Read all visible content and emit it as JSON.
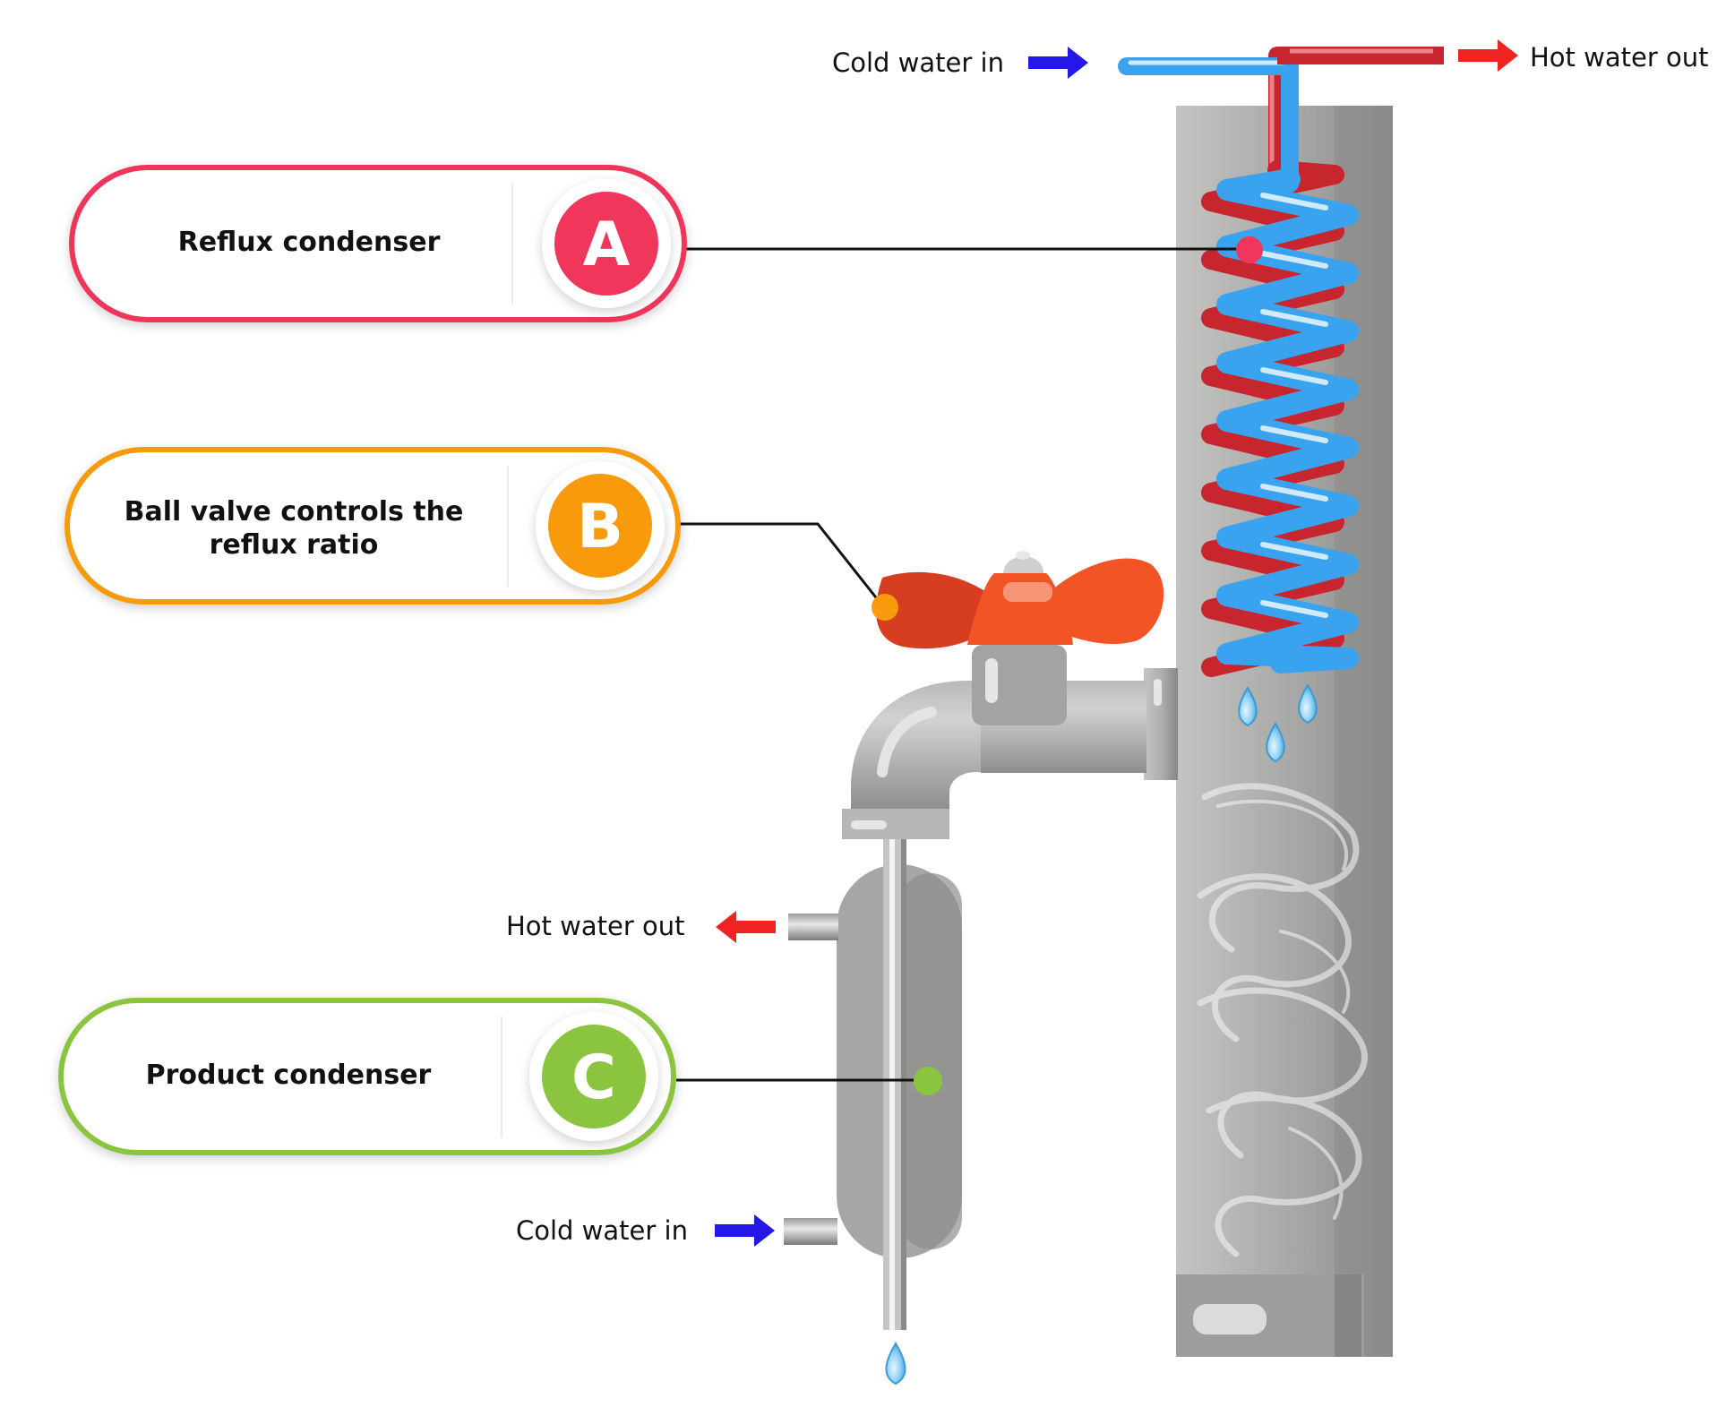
{
  "colors": {
    "a": "#f0365a",
    "b": "#f89a0c",
    "c": "#8bc540",
    "cold": "#2418e8",
    "hot": "#f02323",
    "coil_cold": "#3aa3f0",
    "coil_hot": "#c8262f",
    "valve": "#f25426",
    "metal": "#a9a9a7"
  },
  "callouts": {
    "a": {
      "label": "Reflux condenser",
      "letter": "A"
    },
    "b": {
      "label_line1": "Ball valve controls the",
      "label_line2": "reflux ratio",
      "letter": "B"
    },
    "c": {
      "label": "Product condenser",
      "letter": "C"
    }
  },
  "flows": {
    "top_cold": "Cold water in",
    "top_hot": "Hot water out",
    "side_hot": "Hot water out",
    "side_cold": "Cold water in"
  },
  "icons": [
    "arrow-right-icon",
    "arrow-left-icon",
    "water-drop-icon",
    "steam-icon"
  ]
}
